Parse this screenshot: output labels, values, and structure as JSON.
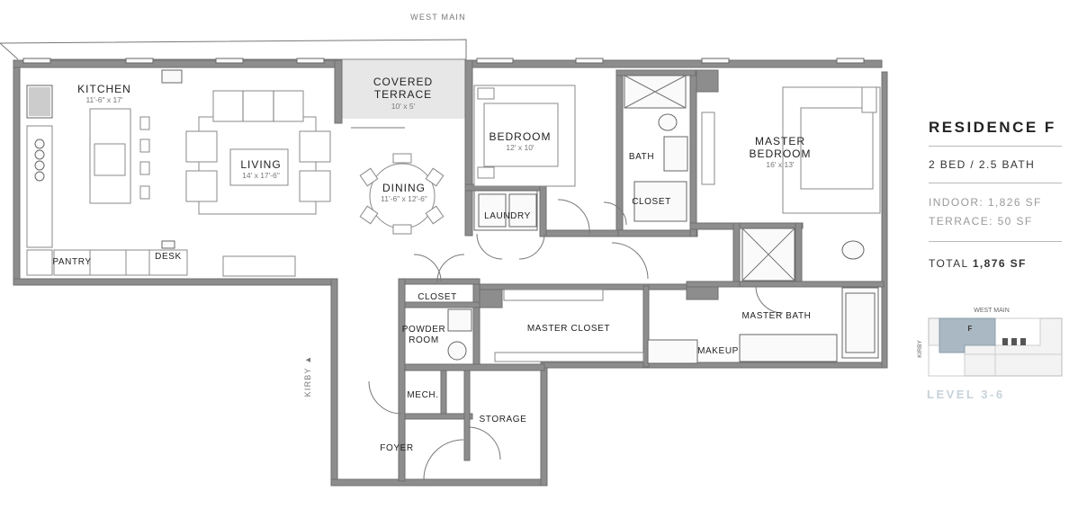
{
  "streets": {
    "top": "WEST MAIN",
    "side": "KIRBY ▲"
  },
  "rooms": {
    "kitchen": {
      "name": "KITCHEN",
      "dims": "11'-6\" x 17'"
    },
    "living": {
      "name": "LIVING",
      "dims": "14' x 17'-6\""
    },
    "dining": {
      "name": "DINING",
      "dims": "11'-6\" x 12'-6\""
    },
    "covered_terrace": {
      "name_line1": "COVERED",
      "name_line2": "TERRACE",
      "dims": "10' x 5'"
    },
    "bedroom": {
      "name": "BEDROOM",
      "dims": "12' x 10'"
    },
    "bath": {
      "name": "BATH"
    },
    "closet_bedroom": {
      "name": "CLOSET"
    },
    "master_bedroom": {
      "name_line1": "MASTER",
      "name_line2": "BEDROOM",
      "dims": "16' x 13'"
    },
    "laundry": {
      "name": "LAUNDRY"
    },
    "pantry": {
      "name": "PANTRY"
    },
    "desk": {
      "name": "DESK"
    },
    "closet_hall": {
      "name": "CLOSET"
    },
    "powder_room": {
      "name_line1": "POWDER",
      "name_line2": "ROOM"
    },
    "master_closet": {
      "name": "MASTER CLOSET"
    },
    "master_bath": {
      "name": "MASTER BATH"
    },
    "makeup": {
      "name": "MAKEUP"
    },
    "mech": {
      "name": "MECH."
    },
    "storage": {
      "name": "STORAGE"
    },
    "foyer": {
      "name": "FOYER"
    }
  },
  "info": {
    "title": "RESIDENCE F",
    "beds_baths": "2 BED / 2.5 BATH",
    "indoor": "INDOOR: 1,826 SF",
    "terrace": "TERRACE: 50 SF",
    "total_label": "TOTAL",
    "total_value": "1,876 SF"
  },
  "keyplan": {
    "street_top": "WEST MAIN",
    "street_side": "KIRBY",
    "unit_marker": "F",
    "highlight_color": "#a9b8c2",
    "level": "LEVEL 3-6"
  }
}
